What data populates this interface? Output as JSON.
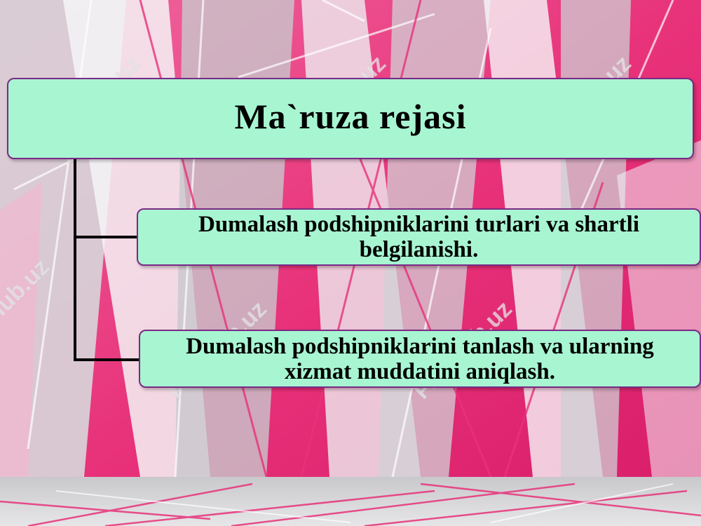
{
  "slide": {
    "title": "Ma`ruza rejasi",
    "items": [
      "Dumalash podshipniklarini turlari va shartli belgilanishi.",
      "Dumalash podshipniklarini tanlash va ularning xizmat muddatini aniqlash."
    ],
    "watermark": "FaylHub.uz"
  },
  "colors": {
    "box_fill": "#a8f5d2",
    "box_border": "#7a2a86",
    "accent_pink": "#e8327a",
    "connector": "#000000"
  }
}
